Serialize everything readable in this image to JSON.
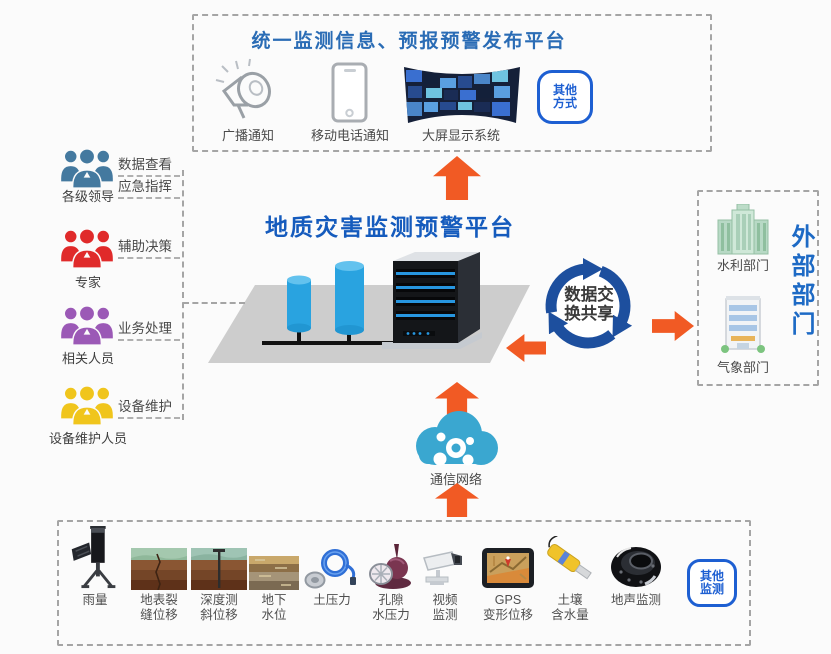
{
  "colors": {
    "accent_orange": "#f15a24",
    "panel_title_blue": "#2a6cb5",
    "platform_title_blue": "#155bbd",
    "badge_blue": "#1d5fd2",
    "exchange_arrow_blue": "#1d4f9e",
    "cloud_blue": "#3aa7d0",
    "leader_icon_blue": "#44799f",
    "expert_icon_red": "#e02a2a",
    "staff_icon_purple": "#9b59b6",
    "maintainer_icon_yellow": "#f0c51c",
    "dashed_border_gray": "#a5a5a5"
  },
  "top_panel": {
    "title": "统一监测信息、预报预警发布平台",
    "items": [
      {
        "icon": "megaphone-icon",
        "label": "广播通知"
      },
      {
        "icon": "mobile-phone-icon",
        "label": "移动电话通知"
      },
      {
        "icon": "video-wall-icon",
        "label": "大屏显示系统"
      }
    ],
    "other_badge": "其他\n方式"
  },
  "platform": {
    "title": "地质灾害监测预警平台"
  },
  "users": [
    {
      "name": "各级领导",
      "roles": [
        "数据查看",
        "应急指挥"
      ]
    },
    {
      "name": "专家",
      "roles": [
        "辅助决策"
      ]
    },
    {
      "name": "相关人员",
      "roles": [
        "业务处理"
      ]
    },
    {
      "name": "设备维护人员",
      "roles": [
        "设备维护"
      ]
    }
  ],
  "exchange": {
    "label": "数据交\n换共享"
  },
  "external_panel": {
    "title": "外部部门",
    "departments": [
      {
        "icon": "water-department-building-icon",
        "name": "水利部门"
      },
      {
        "icon": "weather-department-building-icon",
        "name": "气象部门"
      }
    ]
  },
  "network": {
    "label": "通信网络"
  },
  "sensor_panel": {
    "items": [
      {
        "icon": "rain-gauge-icon",
        "label": "雨量"
      },
      {
        "icon": "surface-crack-icon",
        "label": "地表裂\n缝位移"
      },
      {
        "icon": "inclinometer-icon",
        "label": "深度测\n斜位移"
      },
      {
        "icon": "groundwater-icon",
        "label": "地下\n水位"
      },
      {
        "icon": "earth-pressure-icon",
        "label": "土压力"
      },
      {
        "icon": "pore-pressure-icon",
        "label": "孔隙\n水压力"
      },
      {
        "icon": "video-camera-icon",
        "label": "视频\n监测"
      },
      {
        "icon": "gps-icon",
        "label": "GPS\n变形位移"
      },
      {
        "icon": "soil-moisture-icon",
        "label": "土壤\n含水量"
      },
      {
        "icon": "geosound-icon",
        "label": "地声监测"
      }
    ],
    "other_badge": "其他\n监测"
  }
}
